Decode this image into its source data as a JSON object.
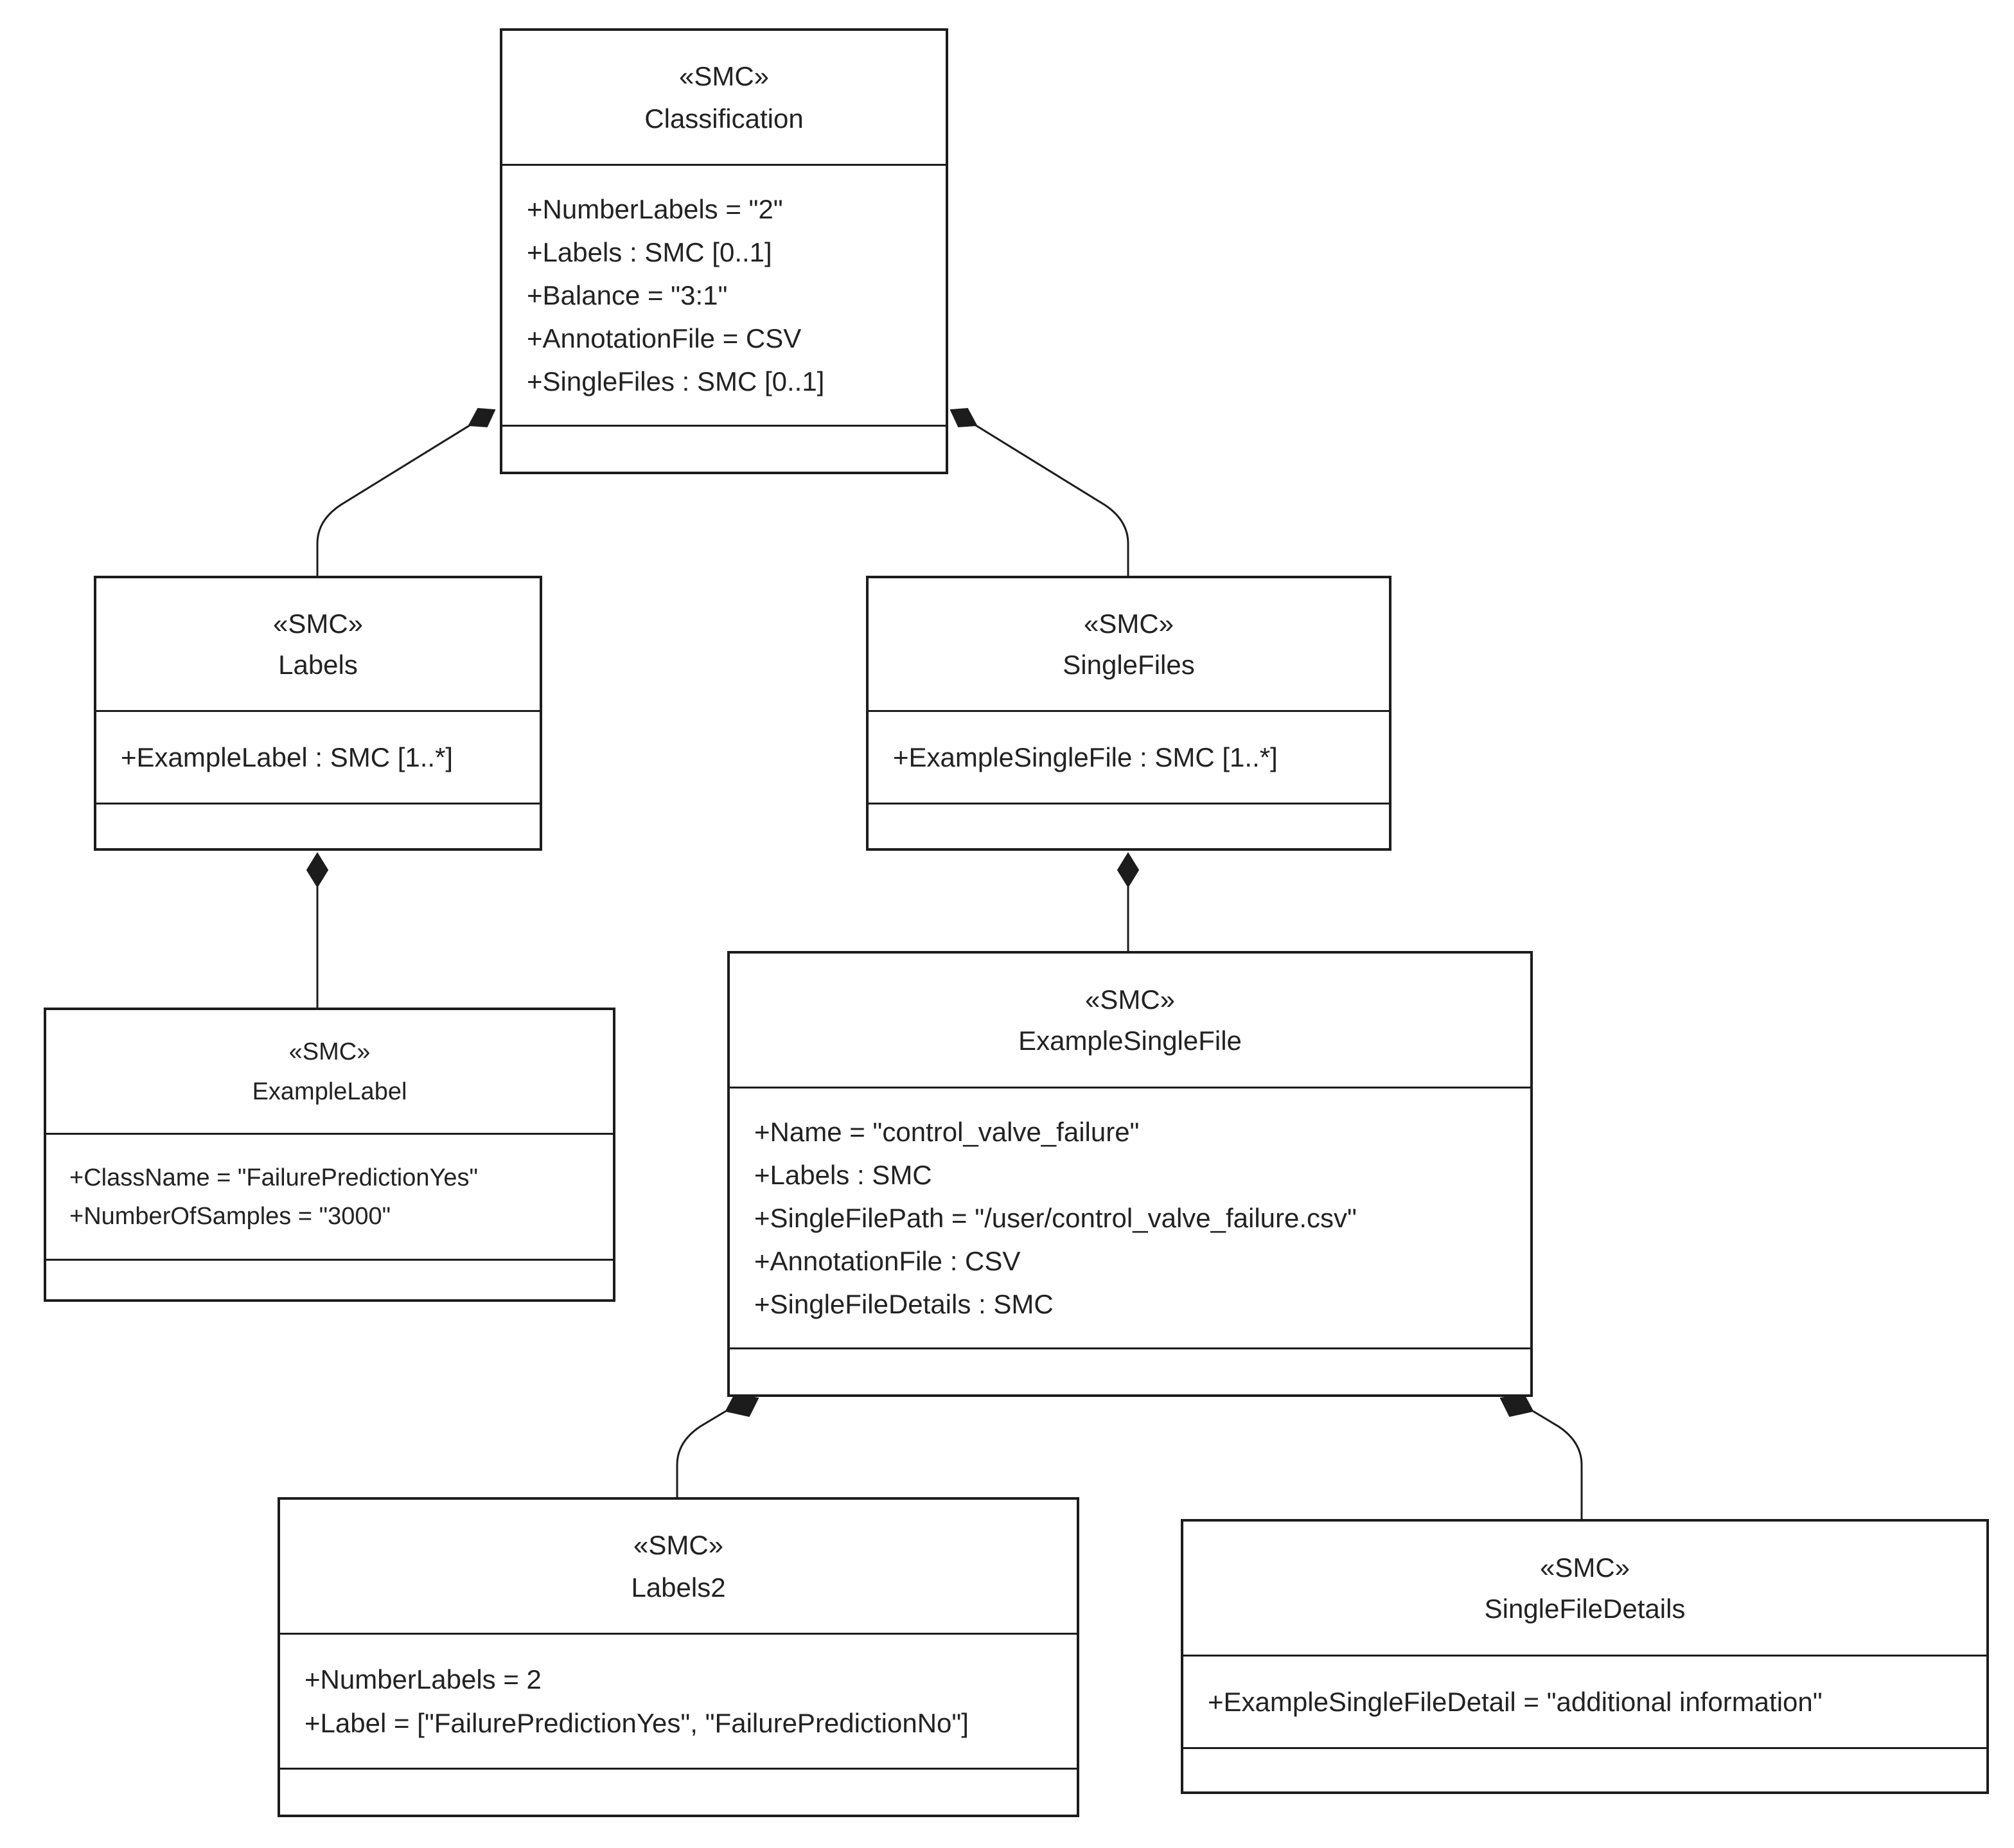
{
  "colors": {
    "line": "#1c1c1c",
    "text": "#222222",
    "background": "#ffffff"
  },
  "classes": [
    {
      "id": "classification",
      "stereotype": "«SMC»",
      "name": "Classification",
      "attributes": [
        "+NumberLabels = \"2\"",
        "+Labels : SMC [0..1]",
        "+Balance = \"3:1\"",
        "+AnnotationFile = CSV",
        "+SingleFiles : SMC [0..1]"
      ]
    },
    {
      "id": "labels",
      "stereotype": "«SMC»",
      "name": "Labels",
      "attributes": [
        "+ExampleLabel : SMC [1..*]"
      ]
    },
    {
      "id": "singlefiles",
      "stereotype": "«SMC»",
      "name": "SingleFiles",
      "attributes": [
        "+ExampleSingleFile : SMC [1..*]"
      ]
    },
    {
      "id": "examplelabel",
      "stereotype": "«SMC»",
      "name": "ExampleLabel",
      "attributes": [
        "+ClassName = \"FailurePredictionYes\"",
        "+NumberOfSamples = \"3000\""
      ]
    },
    {
      "id": "examplesinglefile",
      "stereotype": "«SMC»",
      "name": "ExampleSingleFile",
      "attributes": [
        "+Name = \"control_valve_failure\"",
        "+Labels : SMC",
        "+SingleFilePath = \"/user/control_valve_failure.csv\"",
        "+AnnotationFile : CSV",
        "+SingleFileDetails : SMC"
      ]
    },
    {
      "id": "labels2",
      "stereotype": "«SMC»",
      "name": "Labels2",
      "attributes": [
        "+NumberLabels = 2",
        "+Label = [\"FailurePredictionYes\", \"FailurePredictionNo\"]"
      ]
    },
    {
      "id": "singlefiledetails",
      "stereotype": "«SMC»",
      "name": "SingleFileDetails",
      "attributes": [
        "+ExampleSingleFileDetail = \"additional information\""
      ]
    }
  ],
  "relationships": [
    {
      "type": "composition",
      "whole": "classification",
      "part": "labels"
    },
    {
      "type": "composition",
      "whole": "classification",
      "part": "singlefiles"
    },
    {
      "type": "composition",
      "whole": "labels",
      "part": "examplelabel"
    },
    {
      "type": "composition",
      "whole": "singlefiles",
      "part": "examplesinglefile"
    },
    {
      "type": "composition",
      "whole": "examplesinglefile",
      "part": "labels2"
    },
    {
      "type": "composition",
      "whole": "examplesinglefile",
      "part": "singlefiledetails"
    }
  ]
}
